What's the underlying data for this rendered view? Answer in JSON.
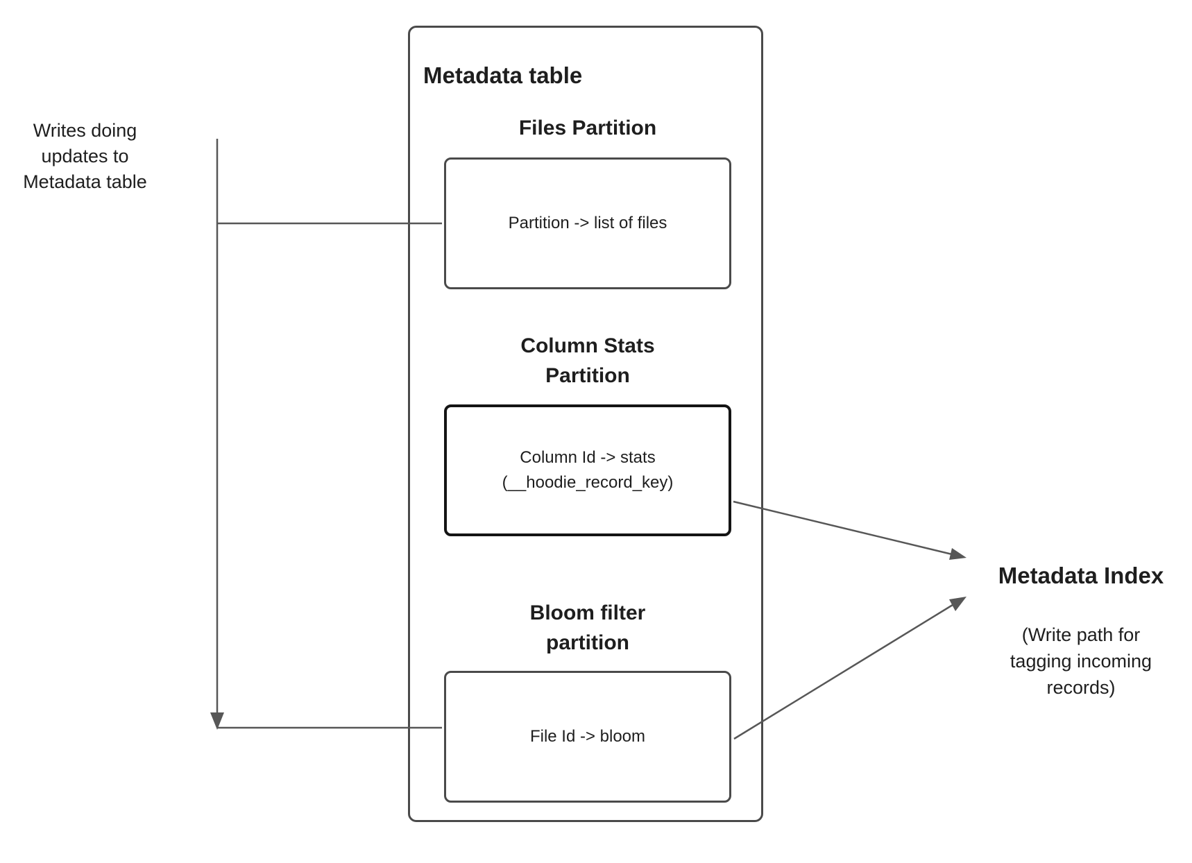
{
  "colors": {
    "background": "#ffffff",
    "box_border": "#4a4a4a",
    "stats_box_border": "#141414",
    "connector_line": "#575757",
    "text": "#1e1e1e"
  },
  "left_note": {
    "text": "Writes doing\nupdates to\nMetadata table"
  },
  "metadata_table": {
    "title": "Metadata table",
    "partitions": [
      {
        "heading": "Files Partition",
        "box_text": "Partition -> list of files"
      },
      {
        "heading": "Column Stats\nPartition",
        "box_text": "Column Id  -> stats\n(__hoodie_record_key)"
      },
      {
        "heading": "Bloom filter\npartition",
        "box_text": "File Id -> bloom"
      }
    ]
  },
  "metadata_index": {
    "title": "Metadata Index",
    "subtitle": "(Write path for\ntagging incoming\nrecords)"
  }
}
